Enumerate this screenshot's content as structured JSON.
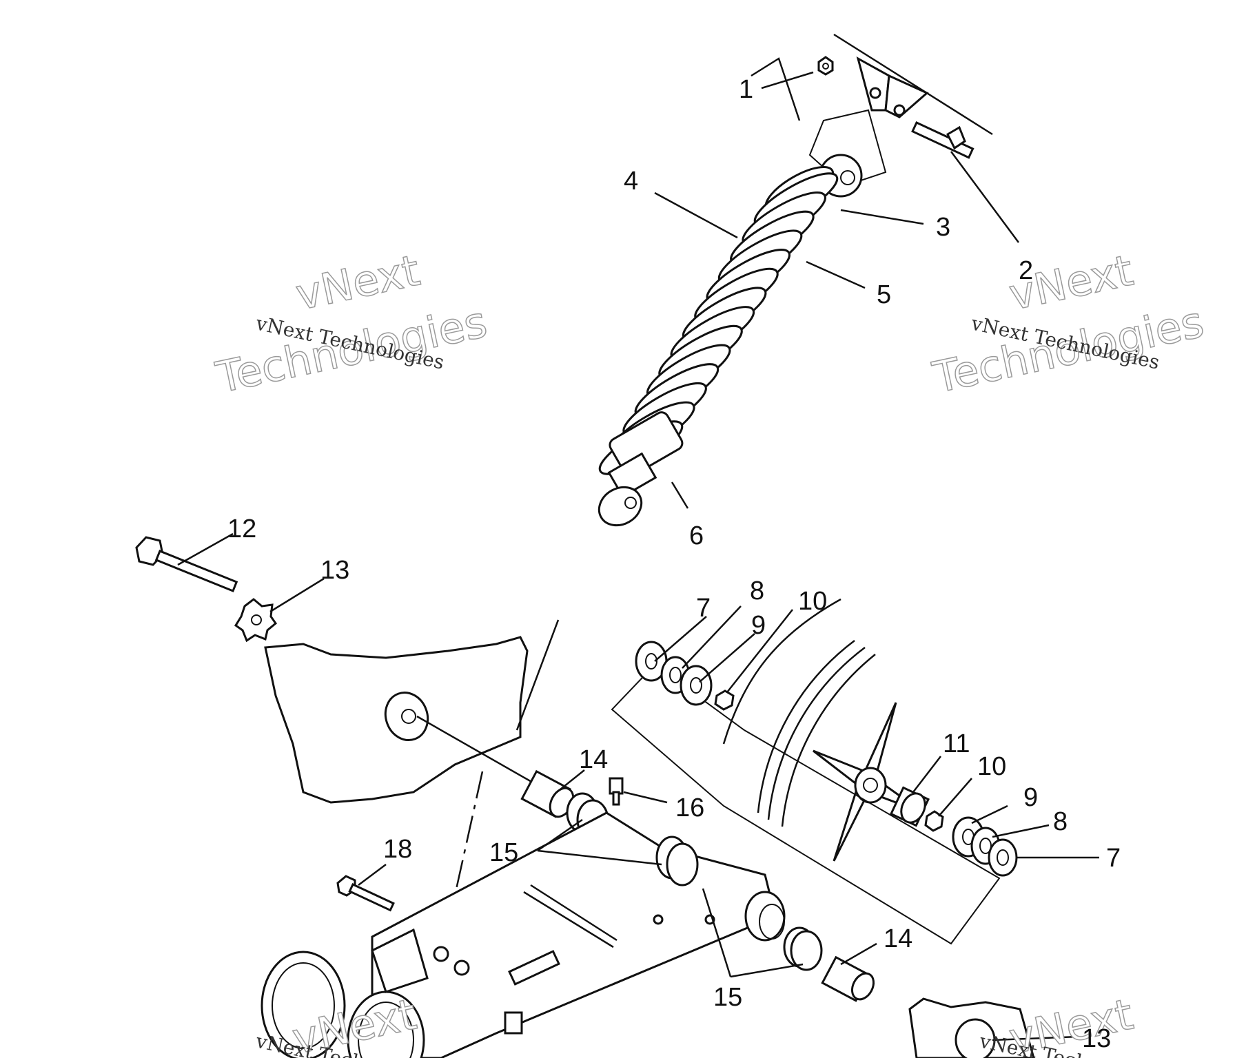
{
  "watermark": {
    "small_text": "vNext Technologies",
    "big_line1": "vNext",
    "big_line2": "Technologies"
  },
  "callouts": [
    "1",
    "2",
    "3",
    "4",
    "5",
    "6",
    "7",
    "8",
    "9",
    "10",
    "11",
    "12",
    "13",
    "14",
    "15",
    "16",
    "18",
    "7",
    "8",
    "9",
    "10",
    "13",
    "14",
    "15"
  ]
}
